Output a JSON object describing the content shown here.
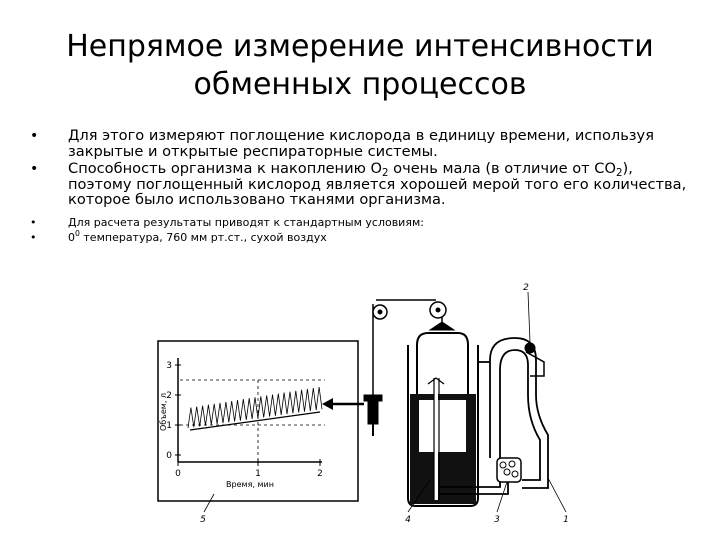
{
  "title": {
    "line1": "Непрямое измерение  интенсивности",
    "line2": "обменных процессов"
  },
  "bullets": [
    {
      "marker": "•",
      "text": "Для этого измеряют поглощение кислорода в единицу времени, используя закрытые и открытые респираторные системы."
    },
    {
      "marker": "•",
      "text_before": "Способность организма к накоплению O",
      "sub1": "2",
      "text_middle": " очень мала (в отличие от CO",
      "sub2": "2",
      "text_after": "), поэтому поглощенный кислород является хорошей мерой того его количества, которое было использовано тканями организма."
    },
    {
      "marker": "•",
      "text": "Для расчета результаты приводят к стандартным условиям:"
    },
    {
      "marker": "•",
      "text_before": "0",
      "sup": "0",
      "text_after": " температура, 760 мм рт.ст., сухой воздух"
    }
  ],
  "figure": {
    "y_axis_label": "Объем, л",
    "x_axis_label": "Время, мин",
    "y_ticks": [
      "3",
      "2",
      "1",
      "0"
    ],
    "x_ticks": [
      "0",
      "1",
      "2"
    ],
    "part_numbers": [
      "1",
      "2",
      "3",
      "4",
      "5"
    ]
  }
}
